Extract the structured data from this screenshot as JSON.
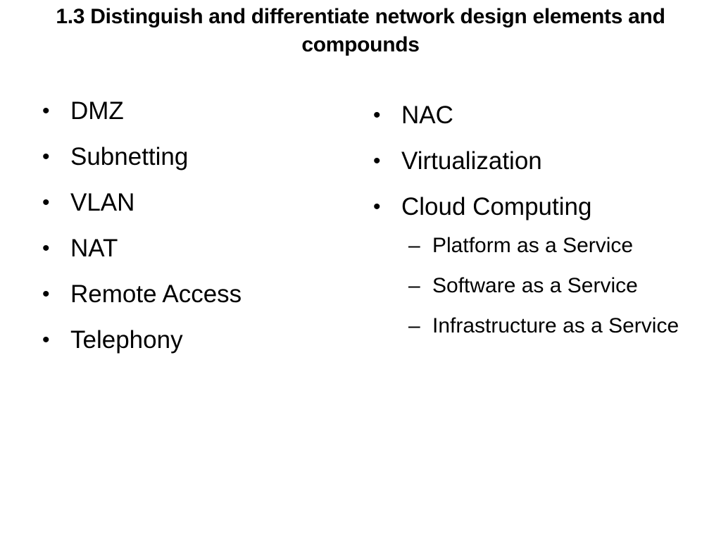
{
  "slide": {
    "title": "1.3 Distinguish and differentiate network design elements and compounds",
    "bullet_glyph": "•",
    "dash_glyph": "–",
    "left_items": [
      "DMZ",
      "Subnetting",
      "VLAN",
      "NAT",
      "Remote Access",
      "Telephony"
    ],
    "right_items": [
      {
        "label": "NAC",
        "subitems": []
      },
      {
        "label": "Virtualization",
        "subitems": []
      },
      {
        "label": "Cloud Computing",
        "subitems": [
          "Platform as a Service",
          "Software as a Service",
          "Infrastructure as a Service"
        ]
      }
    ]
  }
}
